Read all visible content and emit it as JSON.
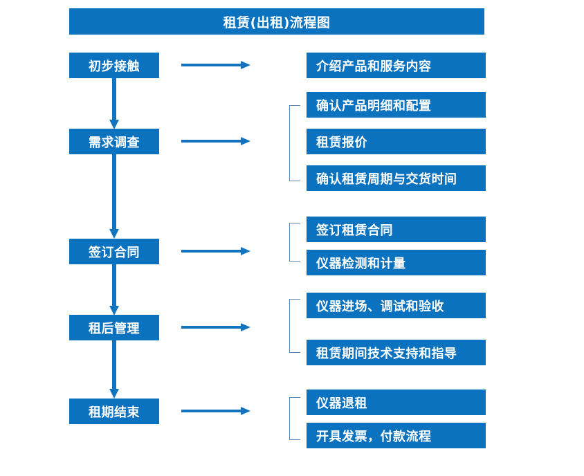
{
  "title": {
    "text": "租赁(出租)流程图"
  },
  "colors": {
    "box_fill": "#0B72C0",
    "box_text": "#FFFFFF",
    "arrow": "#1273BF",
    "bracket": "#5B87B5",
    "background": "#FFFFFF"
  },
  "stages": [
    {
      "label": "初步接触"
    },
    {
      "label": "需求调查"
    },
    {
      "label": "签订合同"
    },
    {
      "label": "租后管理"
    },
    {
      "label": "租期结束"
    }
  ],
  "detail_groups": [
    {
      "bracket": false,
      "items": [
        {
          "label": "介绍产品和服务内容"
        }
      ]
    },
    {
      "bracket": true,
      "items": [
        {
          "label": "确认产品明细和配置"
        },
        {
          "label": "租赁报价"
        },
        {
          "label": "确认租赁周期与交货时间"
        }
      ]
    },
    {
      "bracket": true,
      "items": [
        {
          "label": "签订租赁合同"
        },
        {
          "label": "仪器检测和计量"
        }
      ]
    },
    {
      "bracket": true,
      "items": [
        {
          "label": "仪器进场、调试和验收"
        },
        {
          "label": "租赁期间技术支持和指导"
        }
      ]
    },
    {
      "bracket": true,
      "items": [
        {
          "label": "仪器退租"
        },
        {
          "label": "开具发票，付款流程"
        }
      ]
    }
  ],
  "connectors": {
    "horizontal_arrow_count": 5,
    "vertical_arrow_count": 4,
    "direction_horizontal": "right",
    "direction_vertical": "down"
  }
}
